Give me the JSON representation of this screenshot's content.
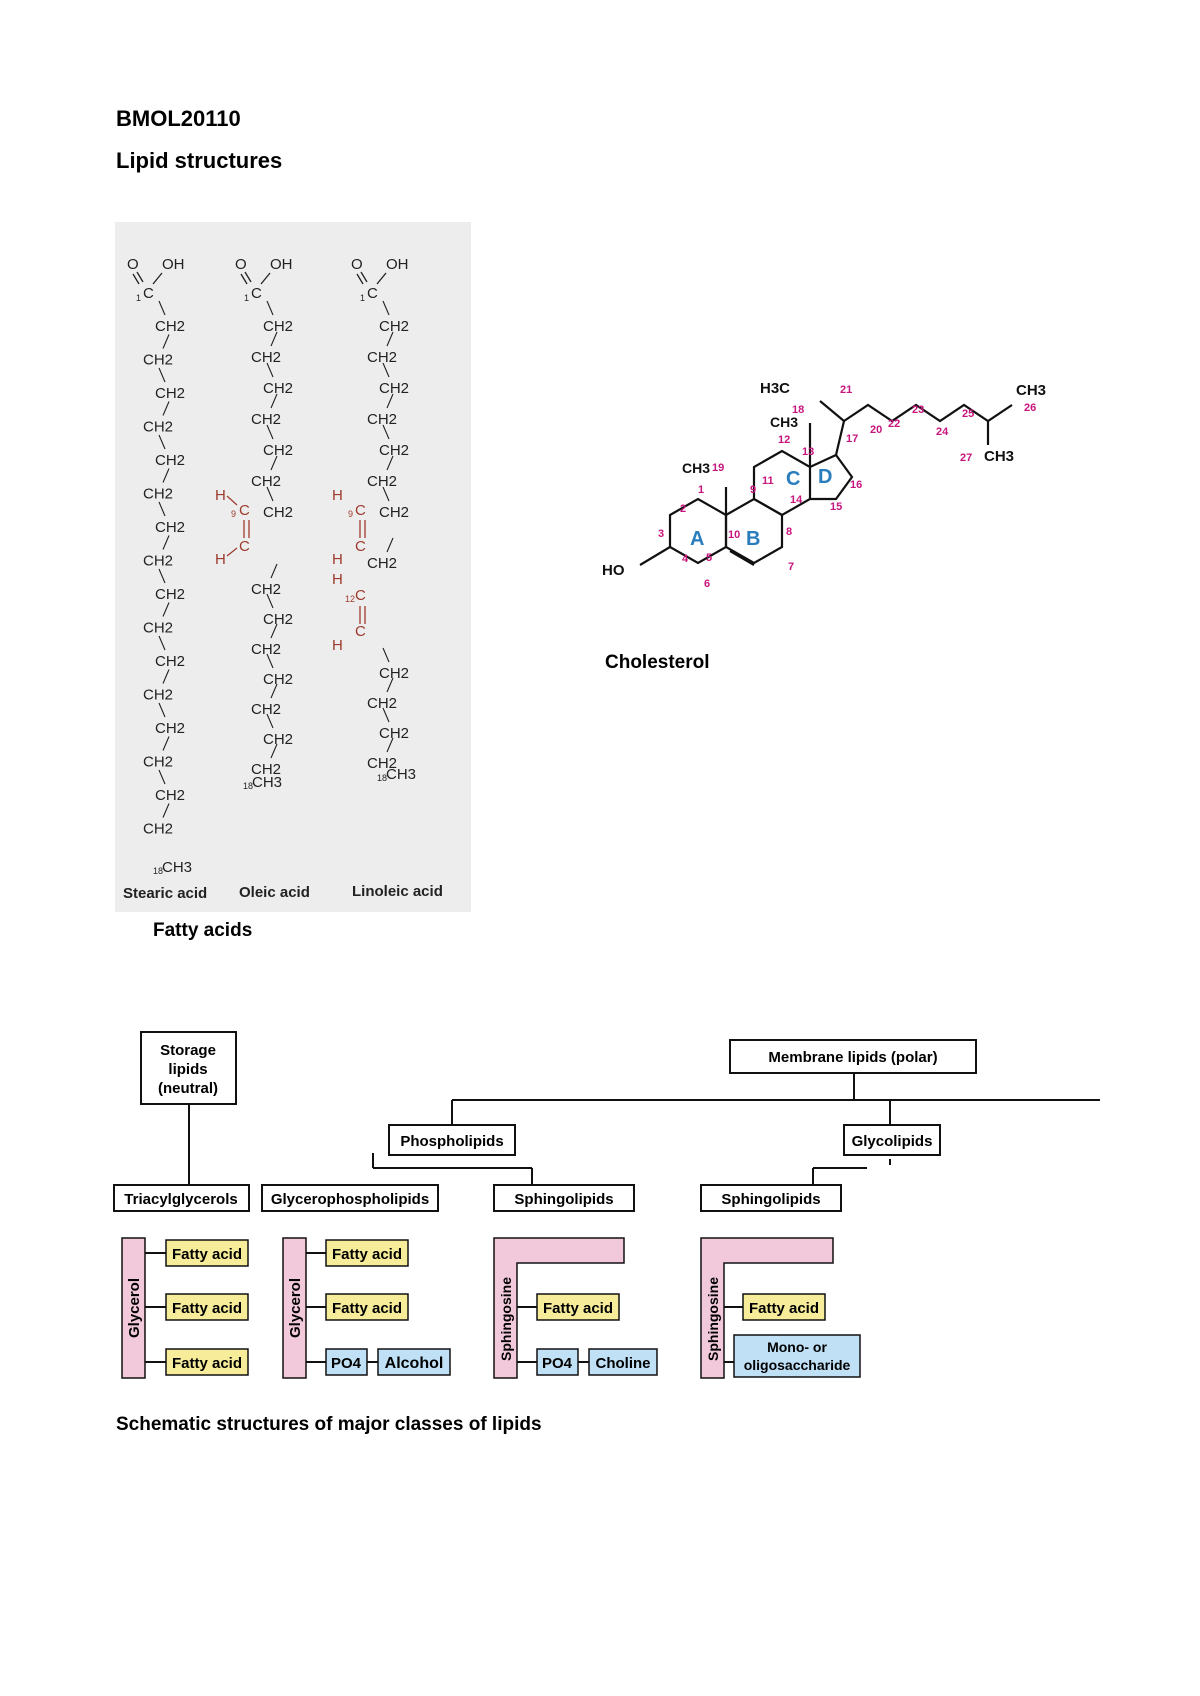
{
  "header": {
    "course": "BMOL20110",
    "topic": "Lipid structures"
  },
  "fatty_acids": {
    "caption": "Fatty acids",
    "acids": [
      {
        "name": "Stearic acid",
        "oh": "OH",
        "o": "O",
        "c1": "C",
        "num1": "1",
        "ch2": "CH2",
        "end": "CH3",
        "endnum": "18"
      },
      {
        "name": "Oleic acid",
        "oh": "OH",
        "o": "O",
        "c1": "C",
        "num1": "1",
        "ch2": "CH2",
        "end": "CH3",
        "endnum": "18",
        "h": "H",
        "c": "C",
        "num9": "9"
      },
      {
        "name": "Linoleic acid",
        "oh": "OH",
        "o": "O",
        "c1": "C",
        "num1": "1",
        "ch2": "CH2",
        "end": "CH3",
        "endnum": "18",
        "h": "H",
        "c": "C",
        "num9": "9",
        "num12": "12"
      }
    ]
  },
  "cholesterol": {
    "caption": "Cholesterol",
    "ho": "HO",
    "groups": {
      "h3c": "H3C",
      "ch3": "CH3"
    },
    "rings": [
      "A",
      "B",
      "C",
      "D"
    ],
    "atom_numbers": [
      "1",
      "2",
      "3",
      "4",
      "5",
      "6",
      "7",
      "8",
      "9",
      "10",
      "11",
      "12",
      "13",
      "14",
      "15",
      "16",
      "17",
      "18",
      "19",
      "20",
      "21",
      "22",
      "23",
      "24",
      "25",
      "26",
      "27"
    ]
  },
  "lipid_classes": {
    "caption": "Schematic structures of major classes of lipids",
    "storage": "Storage lipids (neutral)",
    "storage_lines": [
      "Storage",
      "lipids",
      "(neutral)"
    ],
    "membrane": "Membrane lipids (polar)",
    "phospholipids": "Phospholipids",
    "glycolipids": "Glycolipids",
    "triacylglycerols": "Triacylglycerols",
    "glycerophospholipids": "Glycerophospholipids",
    "sphingolipids": "Sphingolipids",
    "glycerol": "Glycerol",
    "sphingosine": "Sphingosine",
    "fatty_acid": "Fatty acid",
    "po4": "PO4",
    "alcohol": "Alcohol",
    "choline": "Choline",
    "saccharide_lines": [
      "Mono- or",
      "oligosaccharide"
    ],
    "colors": {
      "pink": "#f2c9da",
      "yellow": "#f7ec9a",
      "blue": "#bfe0f5",
      "number_magenta": "#c8157d",
      "ring_blue": "#2a7dbd",
      "double_bond_red": "#9e3a2c"
    }
  }
}
